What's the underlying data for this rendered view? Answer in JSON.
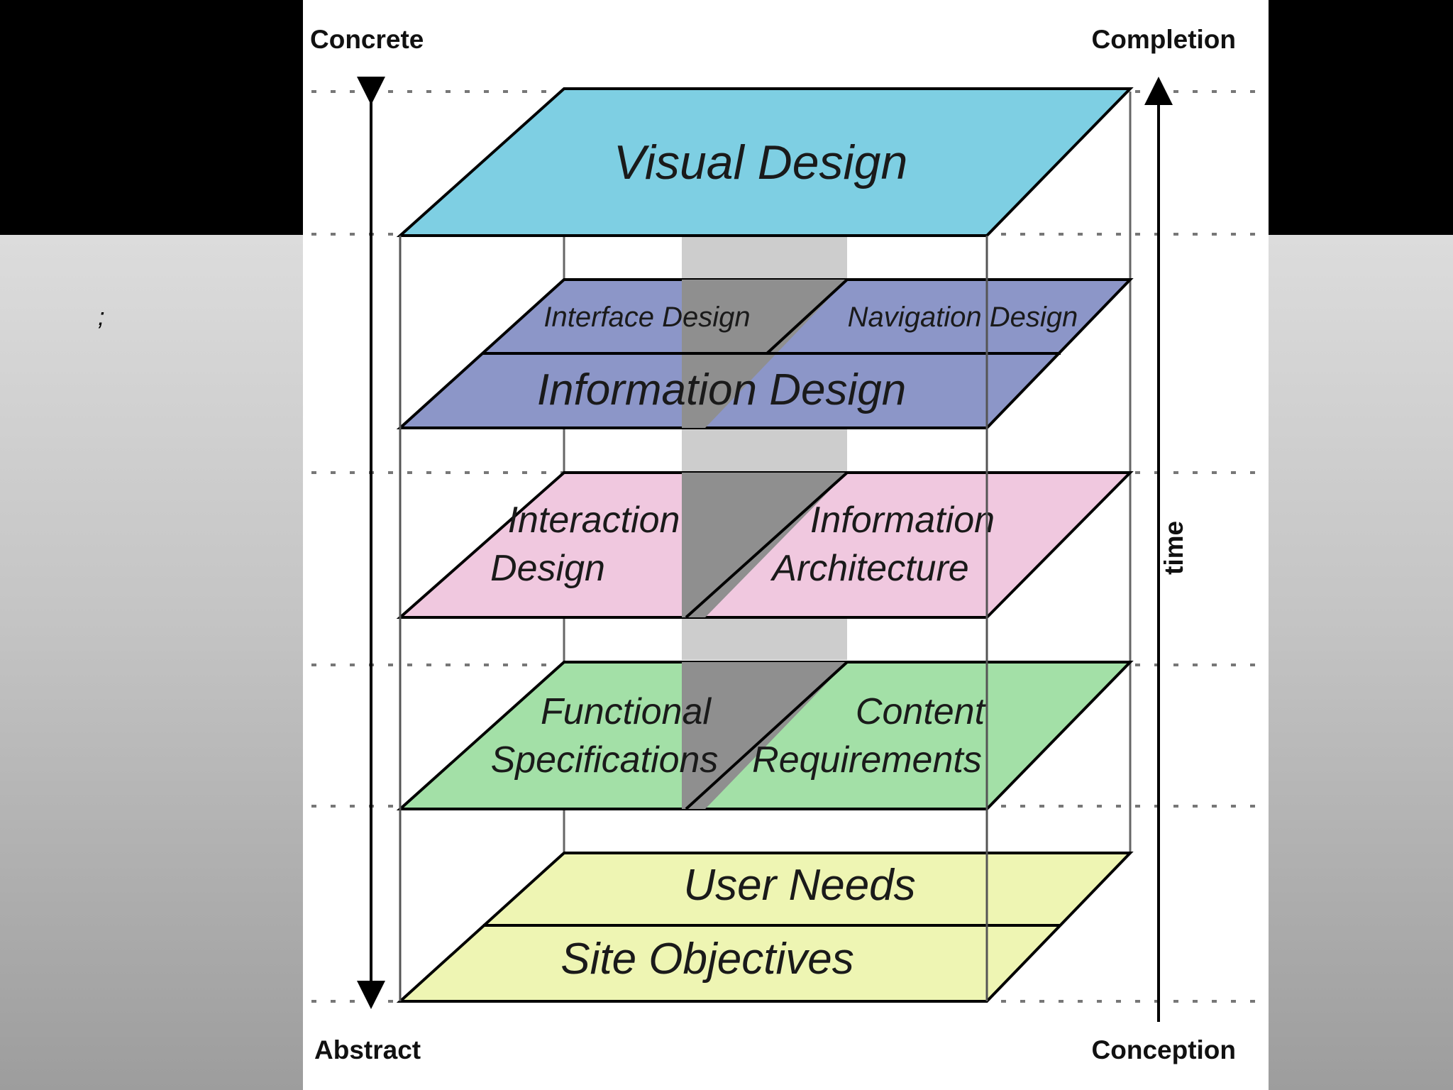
{
  "slide": {
    "stray_mark": ";"
  },
  "diagram": {
    "left_axis": {
      "top_label": "Concrete",
      "bottom_label": "Abstract"
    },
    "right_axis": {
      "top_label": "Completion",
      "bottom_label": "Conception",
      "axis_label": "time"
    },
    "planes": {
      "visual": {
        "label": "Visual Design",
        "color": "#7ecfe3"
      },
      "interface": {
        "label": "Interface Design",
        "color": "#8c96c8"
      },
      "navigation": {
        "label": "Navigation Design",
        "color": "#8c96c8"
      },
      "information_design": {
        "label": "Information Design",
        "color": "#8c96c8"
      },
      "interaction": {
        "line1": "Interaction",
        "line2": "Design",
        "color": "#f0c8df"
      },
      "information_architecture": {
        "line1": "Information",
        "line2": "Architecture",
        "color": "#f0c8df"
      },
      "functional": {
        "line1": "Functional",
        "line2": "Specifications",
        "color": "#a3e0a7"
      },
      "content": {
        "line1": "Content",
        "line2": "Requirements",
        "color": "#a3e0a7"
      },
      "user_needs": {
        "label": "User Needs",
        "color": "#eef5b3"
      },
      "site_objectives": {
        "label": "Site Objectives",
        "color": "#eef5b3"
      }
    }
  }
}
